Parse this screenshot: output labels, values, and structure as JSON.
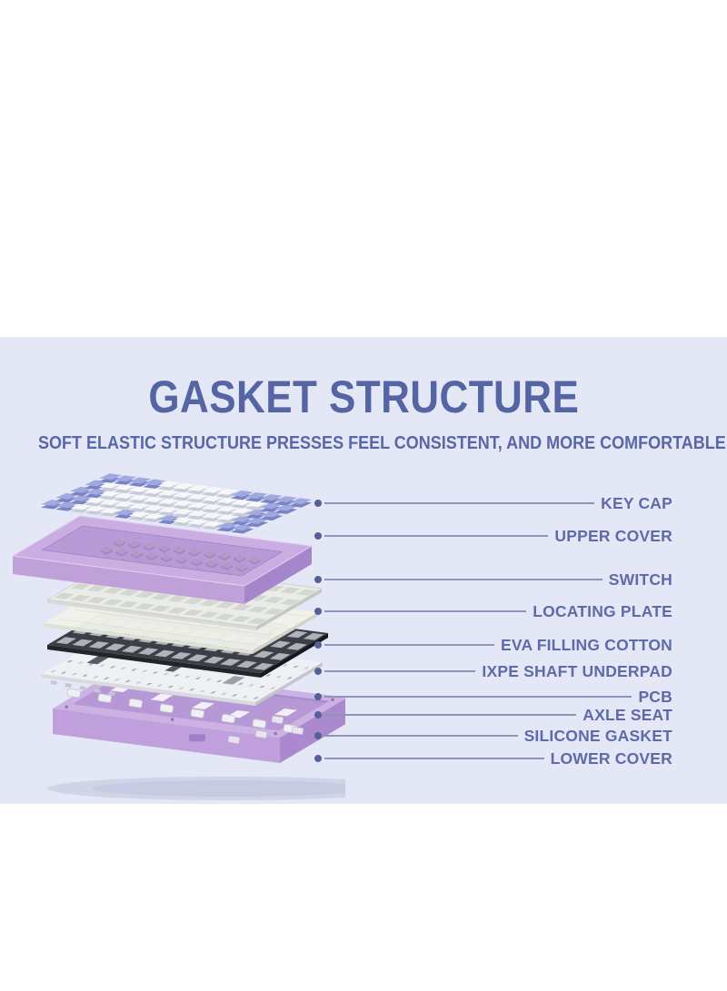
{
  "header": {
    "title": "GASKET STRUCTURE",
    "subtitle": "SOFT ELASTIC STRUCTURE PRESSES FEEL CONSISTENT, AND MORE COMFORTABLE"
  },
  "diagram": {
    "description": "Exploded view of a gasket-mount mechanical keyboard, layers top to bottom",
    "layers": [
      "keycap",
      "upper-cover",
      "switch",
      "locating-plate",
      "eva-filling-cotton",
      "ixpe-shaft-underpad",
      "pcb",
      "axle-seat",
      "silicone-gasket",
      "lower-cover"
    ],
    "callouts": [
      {
        "label": "KEY CAP"
      },
      {
        "label": "UPPER COVER"
      },
      {
        "label": "SWITCH"
      },
      {
        "label": "LOCATING PLATE"
      },
      {
        "label": "EVA FILLING COTTON"
      },
      {
        "label": "IXPE SHAFT UNDERPAD"
      },
      {
        "label": "PCB"
      },
      {
        "label": "AXLE SEAT"
      },
      {
        "label": "SILICONE GASKET"
      },
      {
        "label": "LOWER COVER"
      }
    ]
  },
  "colors": {
    "hero_band": "#e4e7f5",
    "heading_text": "#5565a4",
    "subtitle_text": "#5a67a6",
    "callout_label": "#5f6aa8",
    "callout_line": "#8f95b8",
    "callout_dot": "#566098",
    "keycap_accent": "#a0a9e0",
    "keycap_white": "#f7f7f9",
    "upper_cover": "#cbaee1",
    "switch_green": "#c8d24f",
    "switch_housing": "#2b2c30",
    "locating_plate": "#eaece7",
    "eva_cotton": "#eef1e9",
    "ixpe_underpad": "#3c4046",
    "pcb": "#eff0f3",
    "lower_cover": "#ccb1e3",
    "lower_cover_floor": "#b698d7"
  }
}
